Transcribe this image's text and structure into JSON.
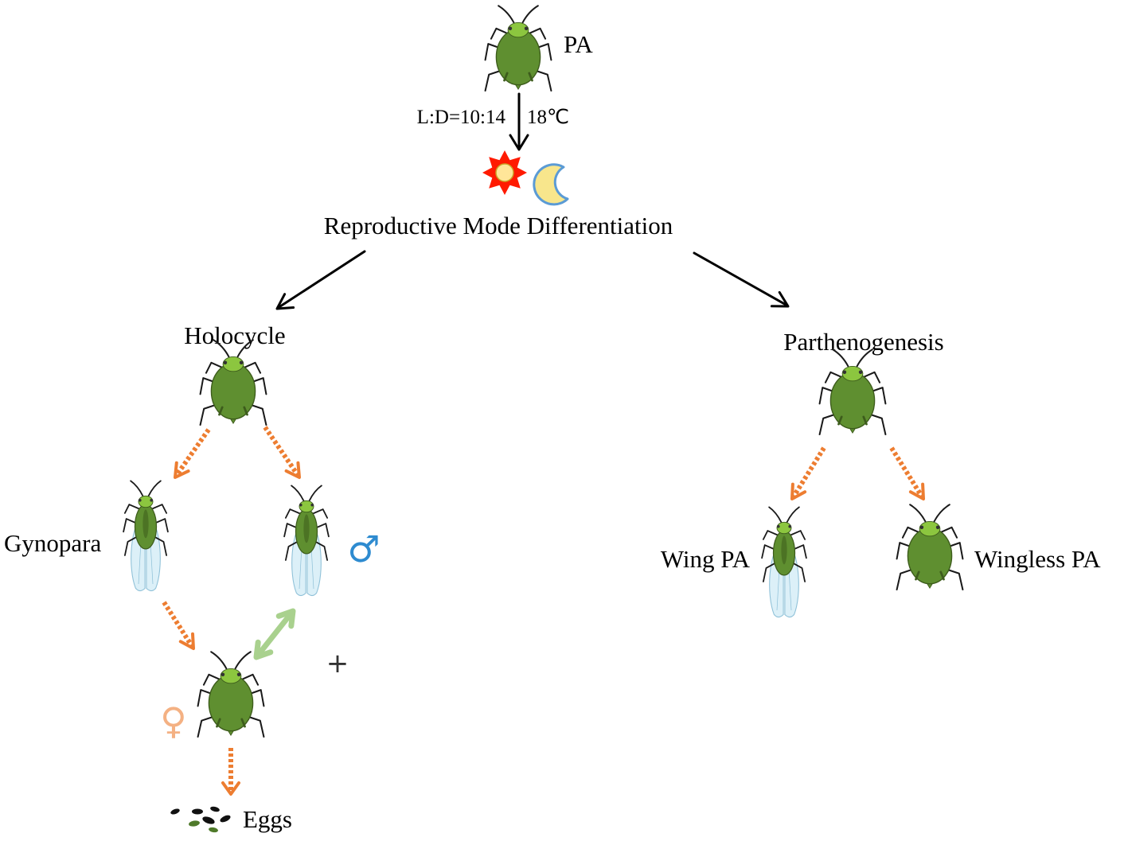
{
  "labels": {
    "top_pa": "PA",
    "photoperiod": "L:D=10:14",
    "temperature": "18℃",
    "differentiation": "Reproductive Mode Differentiation",
    "holocycle": "Holocycle",
    "parthenogenesis": "Parthenogenesis",
    "gynopara": "Gynopara",
    "male_symbol": "♂",
    "plus": "+",
    "female_symbol": "♀",
    "eggs": "Eggs",
    "wing_pa": "Wing PA",
    "wingless_pa": "Wingless PA"
  },
  "icons": {
    "day": "sun-icon",
    "night": "moon-icon",
    "wingless_organism": "aphid-wingless-icon",
    "winged_organism": "aphid-winged-icon",
    "eggs": "eggs-icon"
  },
  "colors": {
    "aphid_body": "#5f8f30",
    "aphid_outline": "#3d5c1c",
    "aphid_head": "#8cc63f",
    "aphid_leg": "#1a1a1a",
    "wing_fill": "#dcf0f8",
    "wing_stroke": "#8fc1d8",
    "black_arrow": "#000000",
    "process_arrow": "#ed7d31",
    "mating_arrow": "#a9d18e",
    "male_symbol": "#2e8bd0",
    "female_symbol": "#f4b183",
    "sun": "#ff1a00",
    "sun_core": "#ffe699",
    "moon_fill": "#f8e68c",
    "moon_stroke": "#5b9bd5",
    "egg": "#111111",
    "egg_green": "#4f7a2a"
  }
}
